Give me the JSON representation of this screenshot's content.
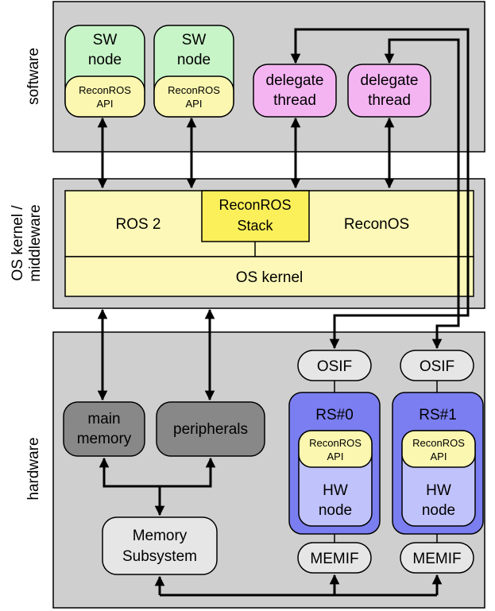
{
  "layers": {
    "software": "software",
    "middleware_line1": "OS kernel /",
    "middleware_line2": "middleware",
    "hardware": "hardware"
  },
  "software": {
    "sw_node_1": {
      "line1": "SW",
      "line2": "node",
      "api_line1": "ReconROS",
      "api_line2": "API"
    },
    "sw_node_2": {
      "line1": "SW",
      "line2": "node",
      "api_line1": "ReconROS",
      "api_line2": "API"
    },
    "delegate_1": {
      "line1": "delegate",
      "line2": "thread"
    },
    "delegate_2": {
      "line1": "delegate",
      "line2": "thread"
    }
  },
  "middleware": {
    "ros2": "ROS 2",
    "reconros_stack_line1": "ReconROS",
    "reconros_stack_line2": "Stack",
    "reconos": "ReconOS",
    "os_kernel": "OS kernel"
  },
  "hardware": {
    "osif_1": "OSIF",
    "osif_2": "OSIF",
    "rs0": {
      "title": "RS#0",
      "api_line1": "ReconROS",
      "api_line2": "API",
      "hw_line1": "HW",
      "hw_line2": "node"
    },
    "rs1": {
      "title": "RS#1",
      "api_line1": "ReconROS",
      "api_line2": "API",
      "hw_line1": "HW",
      "hw_line2": "node"
    },
    "memif_1": "MEMIF",
    "memif_2": "MEMIF",
    "main_memory_line1": "main",
    "main_memory_line2": "memory",
    "peripherals": "peripherals",
    "memory_subsystem_line1": "Memory",
    "memory_subsystem_line2": "Subsystem"
  },
  "colors": {
    "layer_bg": "#cfcfcf",
    "sw_node": "#c8f5c8",
    "api": "#fbf7b0",
    "delegate": "#f4b4f2",
    "middleware_box": "#fdf8b8",
    "reconros_stack": "#fbf05a",
    "rs_slot": "#7b7ef0",
    "hw_node": "#c0c2fb",
    "dark_box": "#888888",
    "light_box": "#e6e6e6"
  }
}
